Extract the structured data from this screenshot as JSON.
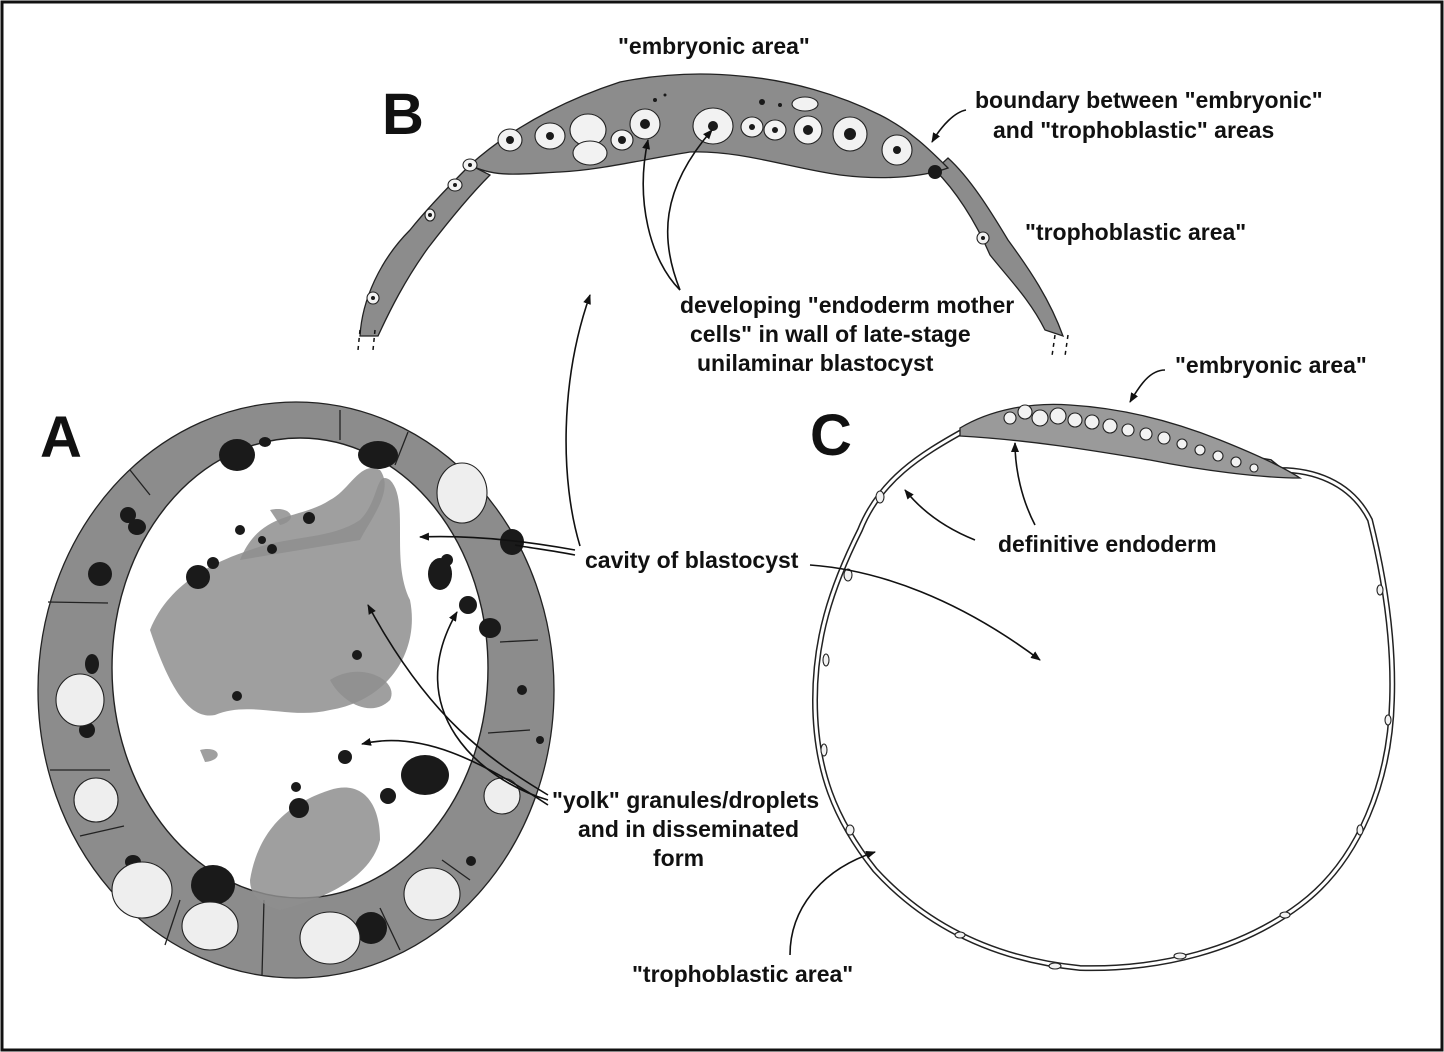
{
  "figure": {
    "border_color": "#111111",
    "cell_color": "#8c8c8c",
    "panels": {
      "a": {
        "letter": "A"
      },
      "b": {
        "letter": "B"
      },
      "c": {
        "letter": "C"
      }
    },
    "labels": {
      "b_embryonic_area": "\"embryonic area\"",
      "b_boundary_line1": "boundary between \"embryonic\"",
      "b_boundary_line2": "and \"trophoblastic\" areas",
      "b_trophoblastic_area": "\"trophoblastic area\"",
      "endoderm_line1": "developing \"endoderm mother",
      "endoderm_line2": "cells\" in wall of late-stage",
      "endoderm_line3": "unilaminar blastocyst",
      "cavity": "cavity of blastocyst",
      "yolk_line1": "\"yolk\" granules/droplets",
      "yolk_line2": "and in disseminated",
      "yolk_line3": "form",
      "c_embryonic_area": "\"embryonic area\"",
      "definitive_endoderm": "definitive endoderm",
      "c_trophoblastic_area": "\"trophoblastic area\""
    }
  }
}
